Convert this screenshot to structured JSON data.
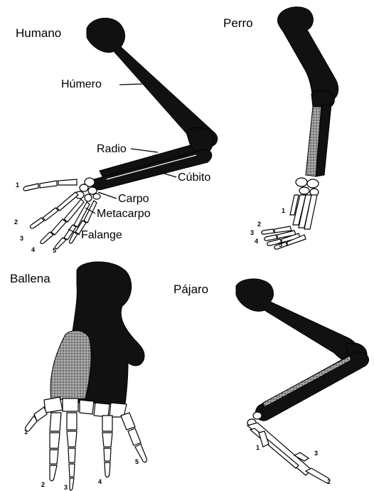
{
  "panels": {
    "human": {
      "title": "Humano",
      "labels": {
        "humerus": "Húmero",
        "radius": "Radio",
        "ulna": "Cúbito",
        "carpus": "Carpo",
        "metacarpus": "Metacarpo",
        "phalanx": "Falange"
      },
      "digits": [
        "1",
        "2",
        "3",
        "4",
        "5"
      ]
    },
    "dog": {
      "title": "Perro",
      "digits": [
        "1",
        "2",
        "3",
        "4",
        "5"
      ]
    },
    "whale": {
      "title": "Ballena",
      "digits": [
        "1",
        "2",
        "3",
        "4",
        "5"
      ]
    },
    "bird": {
      "title": "Pájaro",
      "digits": [
        "1",
        "3",
        "2"
      ]
    }
  },
  "colors": {
    "bone_dark": "#111111",
    "bone_stipple": "#8a8a8a",
    "background": "#ffffff"
  }
}
